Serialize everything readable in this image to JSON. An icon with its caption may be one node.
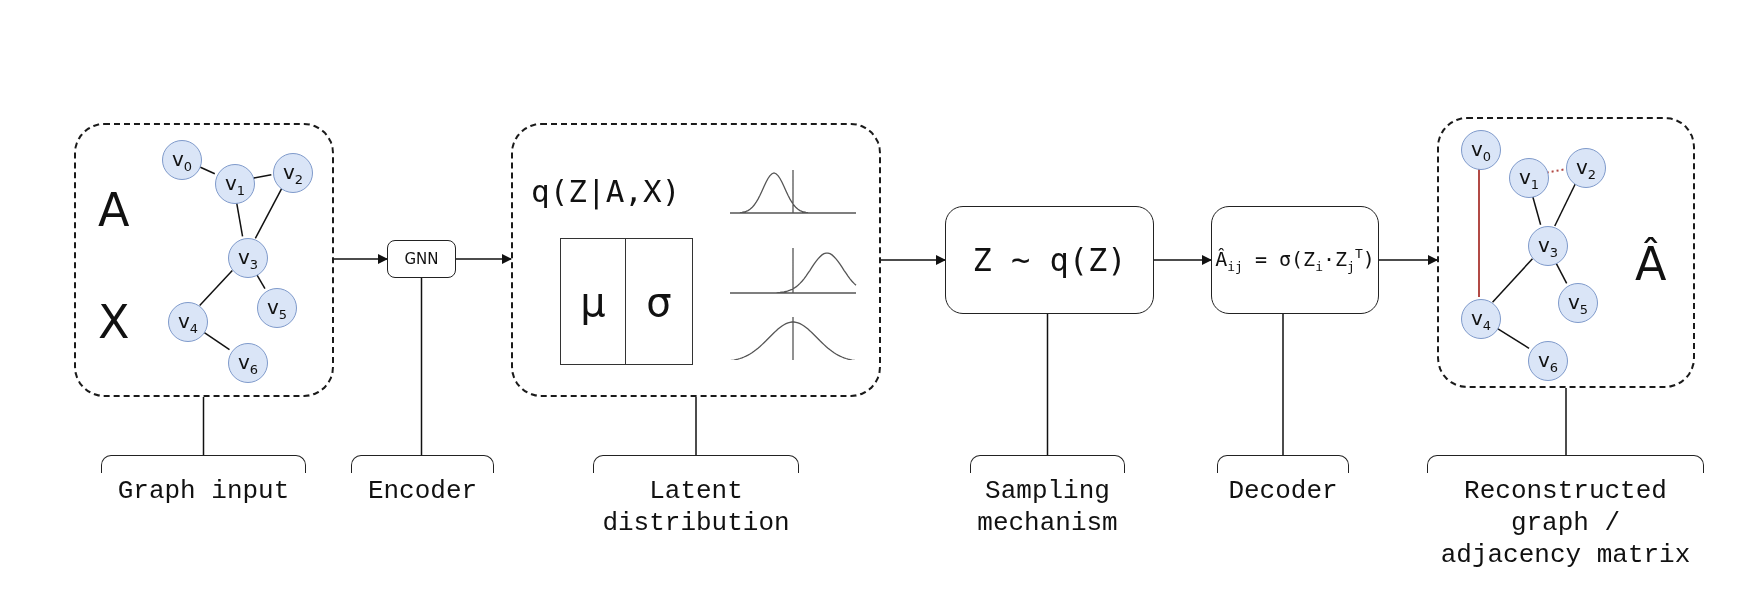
{
  "diagram": {
    "nodes": [
      {
        "text": [
          "A",
          "X"
        ]
      },
      {
        "text": [
          "v$_{0}$"
        ],
        "in": 0
      },
      {
        "text": [
          "v$_{1}$"
        ],
        "in": 0
      },
      {
        "text": [
          "v$_{2}$"
        ],
        "in": 0
      },
      {
        "text": [
          "v$_{3}$"
        ],
        "in": 0
      },
      {
        "text": [
          "v$_{4}$"
        ],
        "in": 0
      },
      {
        "text": [
          "v$_{5}$"
        ],
        "in": 0
      },
      {
        "text": [
          "v$_{6}$"
        ],
        "in": 0
      },
      {
        "text": [
          "GNN"
        ]
      },
      {
        "text": [
          "q(Z|A,X)"
        ]
      },
      {
        "text": [
          "μ"
        ],
        "in": 9
      },
      {
        "text": [
          "σ"
        ],
        "in": 9
      },
      {
        "text": [
          "Z ~ q(Z)"
        ]
      },
      {
        "text": [
          "Â$_{ij}$ = σ(Z$_{i}$·Z$_{j}$$^{T}$)"
        ]
      },
      {
        "text": [
          "Â"
        ]
      },
      {
        "text": [
          "v$_{0}$"
        ],
        "in": 14
      },
      {
        "text": [
          "v$_{1}$"
        ],
        "in": 14
      },
      {
        "text": [
          "v$_{2}$"
        ],
        "in": 14
      },
      {
        "text": [
          "v$_{3}$"
        ],
        "in": 14
      },
      {
        "text": [
          "v$_{4}$"
        ],
        "in": 14
      },
      {
        "text": [
          "v$_{5}$"
        ],
        "in": 14
      },
      {
        "text": [
          "v$_{6}$"
        ],
        "in": 14
      },
      {
        "text": [
          "Graph input"
        ]
      },
      {
        "text": [
          "Encoder"
        ]
      },
      {
        "text": [
          "Latent distribution"
        ]
      },
      {
        "text": [
          "Sampling mechanism"
        ]
      },
      {
        "text": [
          "Decoder"
        ]
      },
      {
        "text": [
          "Reconstructed graph / adjacency matrix"
        ]
      }
    ],
    "edges": [
      {
        "from": 1,
        "to": 2,
        "arrow": "none"
      },
      {
        "from": 2,
        "to": 3,
        "arrow": "none"
      },
      {
        "from": 2,
        "to": 4,
        "arrow": "none"
      },
      {
        "from": 3,
        "to": 4,
        "arrow": "none"
      },
      {
        "from": 4,
        "to": 5,
        "arrow": "none"
      },
      {
        "from": 4,
        "to": 6,
        "arrow": "none"
      },
      {
        "from": 5,
        "to": 7,
        "arrow": "none"
      },
      {
        "from": 0,
        "to": 8,
        "arrow": "to"
      },
      {
        "from": 8,
        "to": 9,
        "arrow": "to"
      },
      {
        "from": 9,
        "to": 12,
        "arrow": "to"
      },
      {
        "from": 12,
        "to": 13,
        "arrow": "to"
      },
      {
        "from": 13,
        "to": 14,
        "arrow": "to"
      },
      {
        "from": 15,
        "to": 19,
        "arrow": "none",
        "color": "#b24a45"
      },
      {
        "from": 16,
        "to": 17,
        "arrow": "none",
        "style": "dashed",
        "color": "#b24a45"
      },
      {
        "from": 16,
        "to": 18,
        "arrow": "none"
      },
      {
        "from": 17,
        "to": 18,
        "arrow": "none"
      },
      {
        "from": 18,
        "to": 19,
        "arrow": "none"
      },
      {
        "from": 18,
        "to": 20,
        "arrow": "none"
      },
      {
        "from": 19,
        "to": 21,
        "arrow": "none"
      },
      {
        "from": 22,
        "to": 0,
        "arrow": "none"
      },
      {
        "from": 23,
        "to": 8,
        "arrow": "none"
      },
      {
        "from": 24,
        "to": 9,
        "arrow": "none"
      },
      {
        "from": 25,
        "to": 12,
        "arrow": "none"
      },
      {
        "from": 26,
        "to": 13,
        "arrow": "none"
      },
      {
        "from": 27,
        "to": 14,
        "arrow": "none"
      }
    ]
  }
}
